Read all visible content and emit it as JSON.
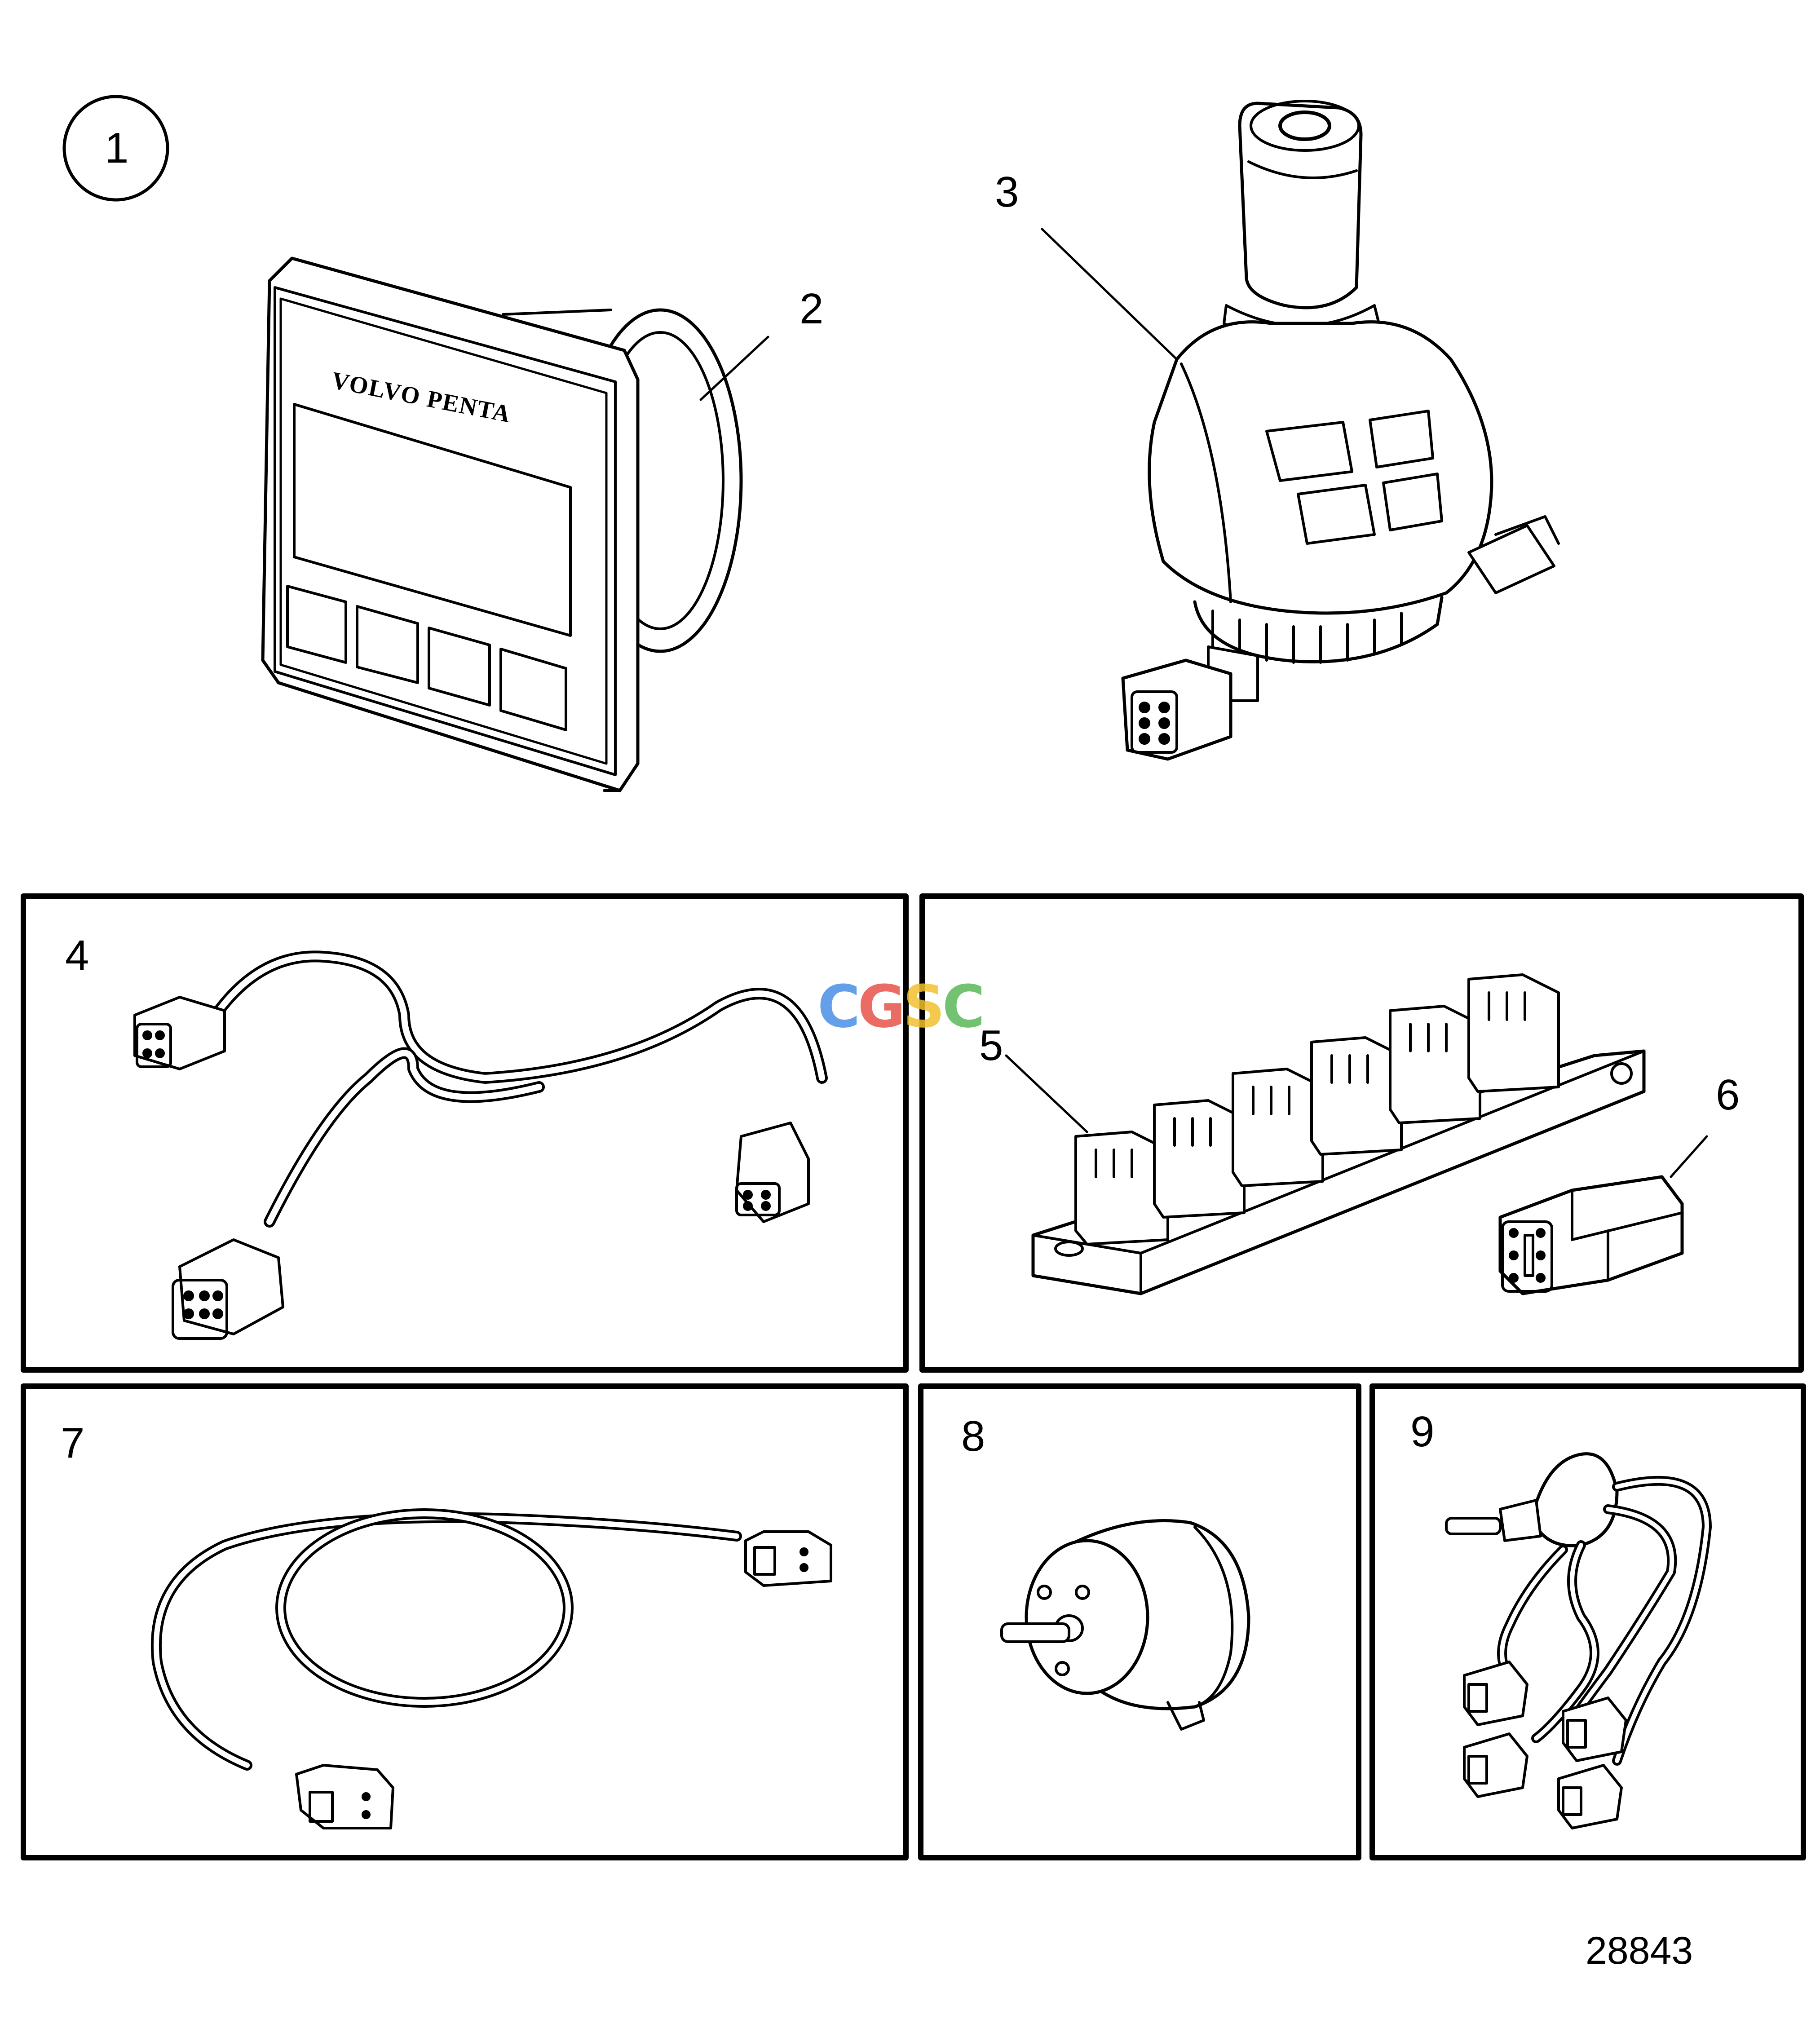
{
  "figure_number": "1",
  "document_ref": "28843",
  "brand_text": "VOLVO PENTA",
  "watermark": {
    "letters": [
      "C",
      "G",
      "S",
      "C"
    ],
    "colors": [
      "#4a8fe6",
      "#e8534a",
      "#f2c12e",
      "#5bb85a"
    ]
  },
  "callouts": [
    "2",
    "3",
    "4",
    "5",
    "6",
    "7",
    "8",
    "9"
  ],
  "parts": [
    {
      "label": "2",
      "icon": "display-unit-icon"
    },
    {
      "label": "3",
      "icon": "joystick-icon"
    },
    {
      "label": "4",
      "icon": "cable-harness-icon"
    },
    {
      "label": "5",
      "icon": "connector-block-icon"
    },
    {
      "label": "6",
      "icon": "connector-plug-icon"
    },
    {
      "label": "7",
      "icon": "extension-cable-icon"
    },
    {
      "label": "8",
      "icon": "sensor-icon"
    },
    {
      "label": "9",
      "icon": "sensor-harness-icon"
    }
  ]
}
